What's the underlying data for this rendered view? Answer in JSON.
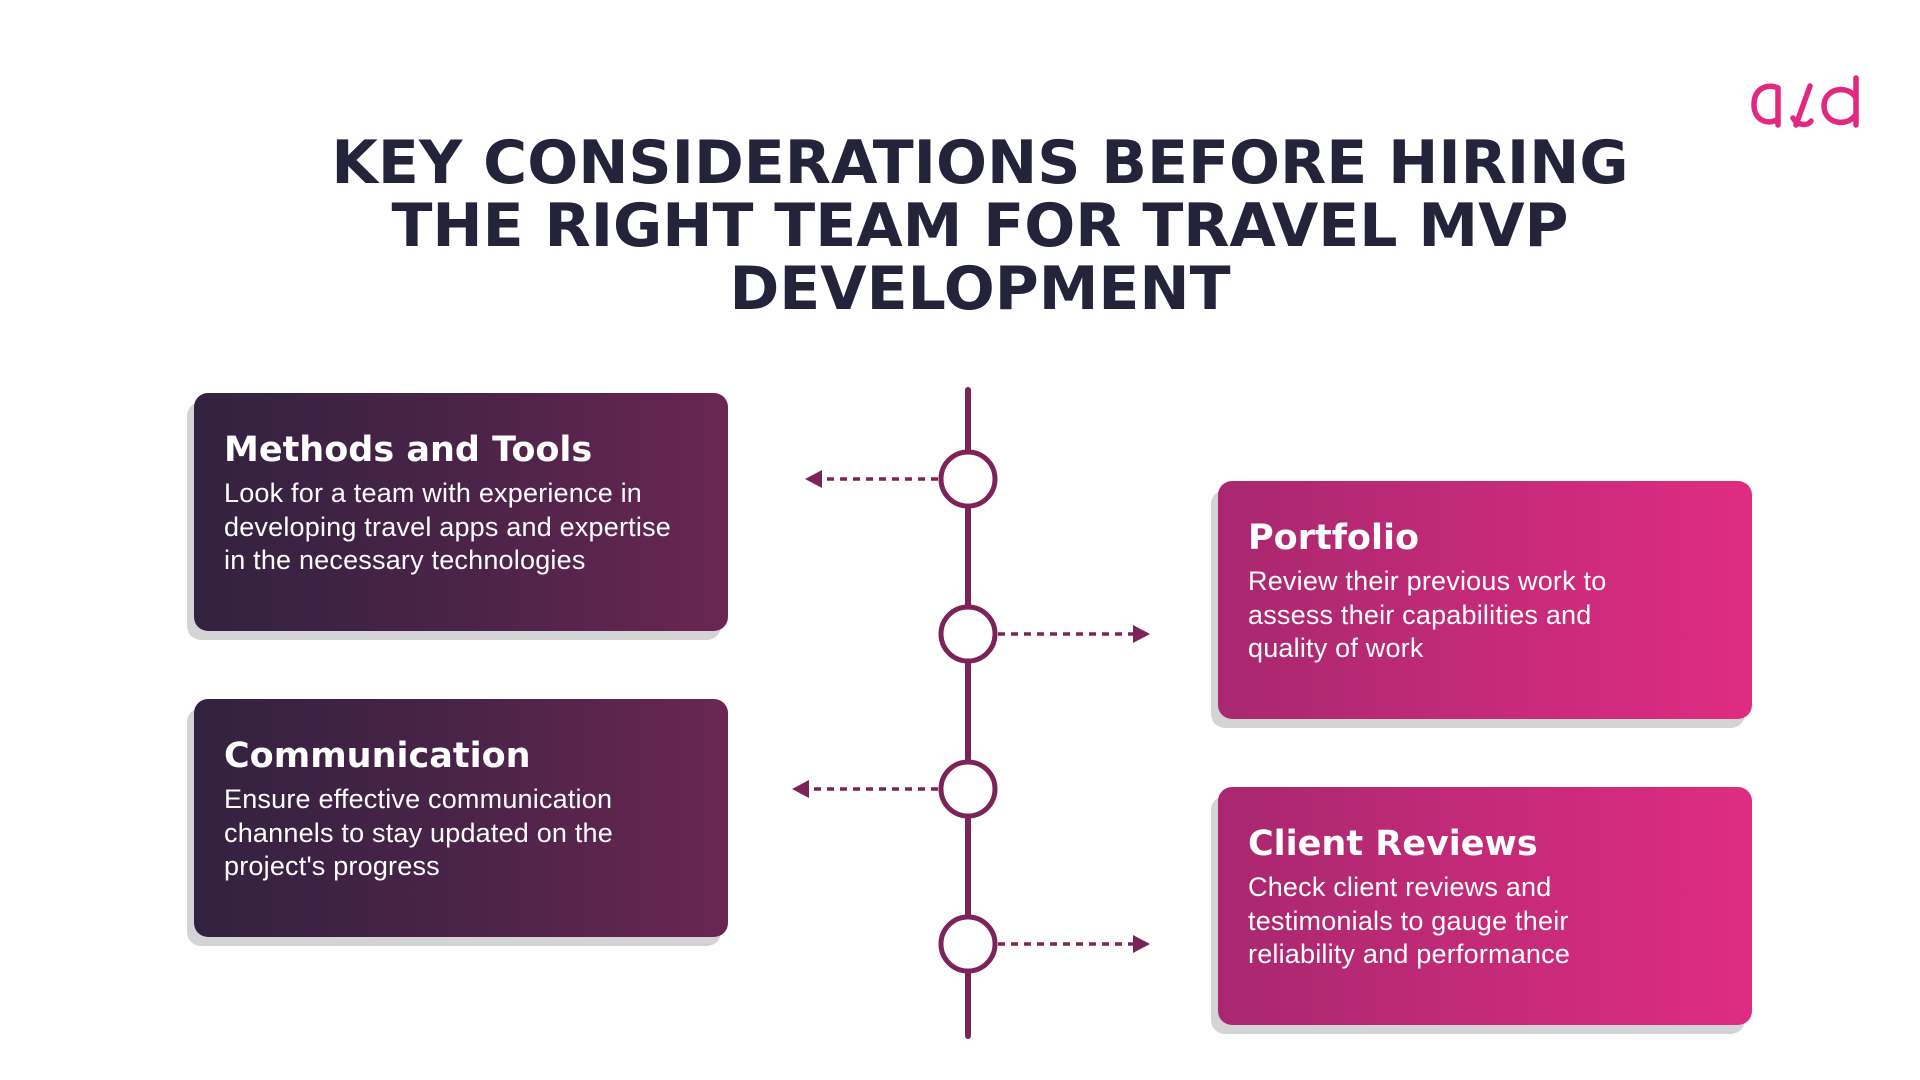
{
  "brand": {
    "logo_text": "asd",
    "accent_color": "#e3287f",
    "dark_color": "#23233a",
    "timeline_color": "#7c2358"
  },
  "title": {
    "line1": "KEY CONSIDERATIONS BEFORE HIRING",
    "line2": "THE RIGHT TEAM FOR TRAVEL MVP",
    "line3": "DEVELOPMENT"
  },
  "cards": [
    {
      "side": "left",
      "style": "dark",
      "title": "Methods and Tools",
      "text_lines": [
        "Look for a team with experience in",
        "developing travel apps and expertise",
        "in the necessary technologies"
      ]
    },
    {
      "side": "right",
      "style": "pink",
      "title": "Portfolio",
      "text_lines": [
        "Review their previous work to",
        "assess their capabilities and",
        "quality of work"
      ]
    },
    {
      "side": "left",
      "style": "dark",
      "title": "Communication",
      "text_lines": [
        "Ensure effective communication",
        "channels to stay updated on the",
        "project's progress"
      ]
    },
    {
      "side": "right",
      "style": "pink",
      "title": "Client Reviews",
      "text_lines": [
        "Check client reviews and",
        "testimonials to gauge their",
        "reliability and performance"
      ]
    }
  ]
}
